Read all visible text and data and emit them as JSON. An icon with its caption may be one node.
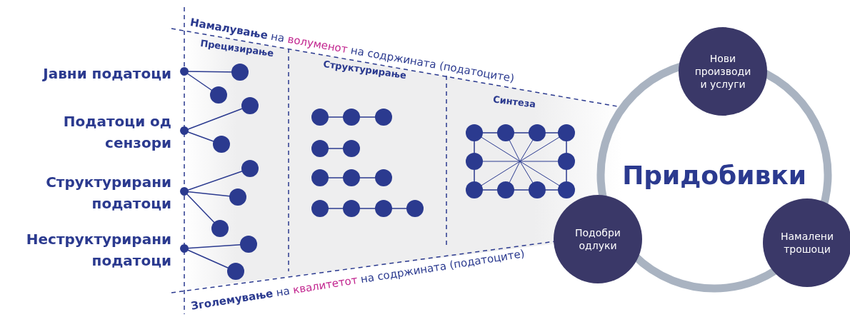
{
  "diagram": {
    "nodes": [
      {
        "text": [
          "Придобивки"
        ]
      },
      {
        "text": [
          "Нови производи и услуги"
        ]
      },
      {
        "text": [
          "Намалени трошоци"
        ]
      },
      {
        "text": [
          "Подобри одлуки"
        ]
      }
    ],
    "edges": [],
    "labels": [
      "**Намалување** на *волуменот* на содржината (податоците)",
      "Прецизирање",
      "Структурирање",
      "Синтеза",
      "Јавни податоци",
      "Податоци од сензори",
      "Структурирани податоци",
      "Неструктурирани податоци",
      "**Зголемување** на *квалитетот* на содржината (податоците)"
    ]
  }
}
